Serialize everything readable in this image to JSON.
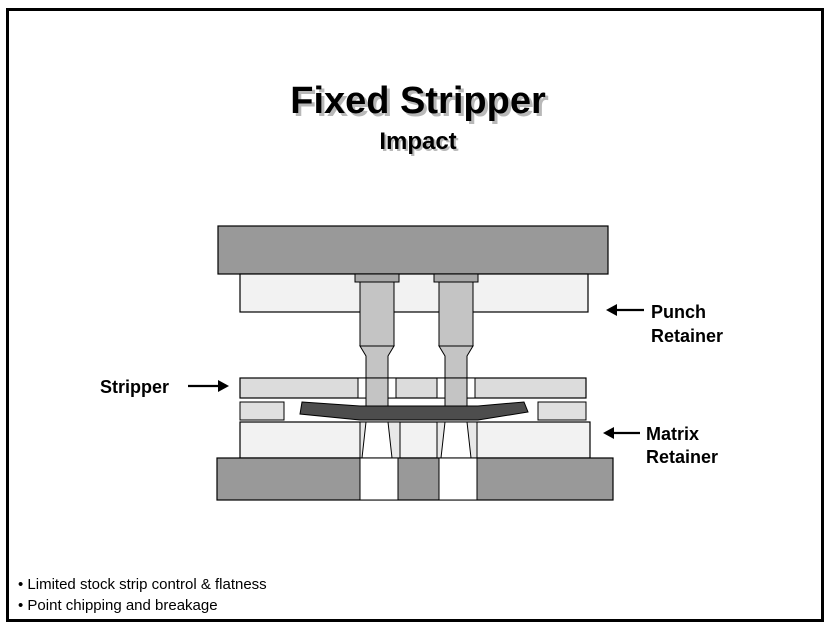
{
  "title": "Fixed Stripper",
  "subtitle": "Impact",
  "labels": {
    "punch_retainer_line1": "Punch",
    "punch_retainer_line2": "Retainer",
    "stripper": "Stripper",
    "matrix_retainer_line1": "Matrix",
    "matrix_retainer_line2": "Retainer"
  },
  "bullets": [
    "Limited stock strip control & flatness",
    "Point chipping and breakage"
  ],
  "colors": {
    "die_shoe": "#999999",
    "plate_light": "#e6e6e6",
    "punch": "#bdbdbd",
    "stock_strip": "#4d4d4d",
    "text_shadow": "#b8b8b8"
  }
}
